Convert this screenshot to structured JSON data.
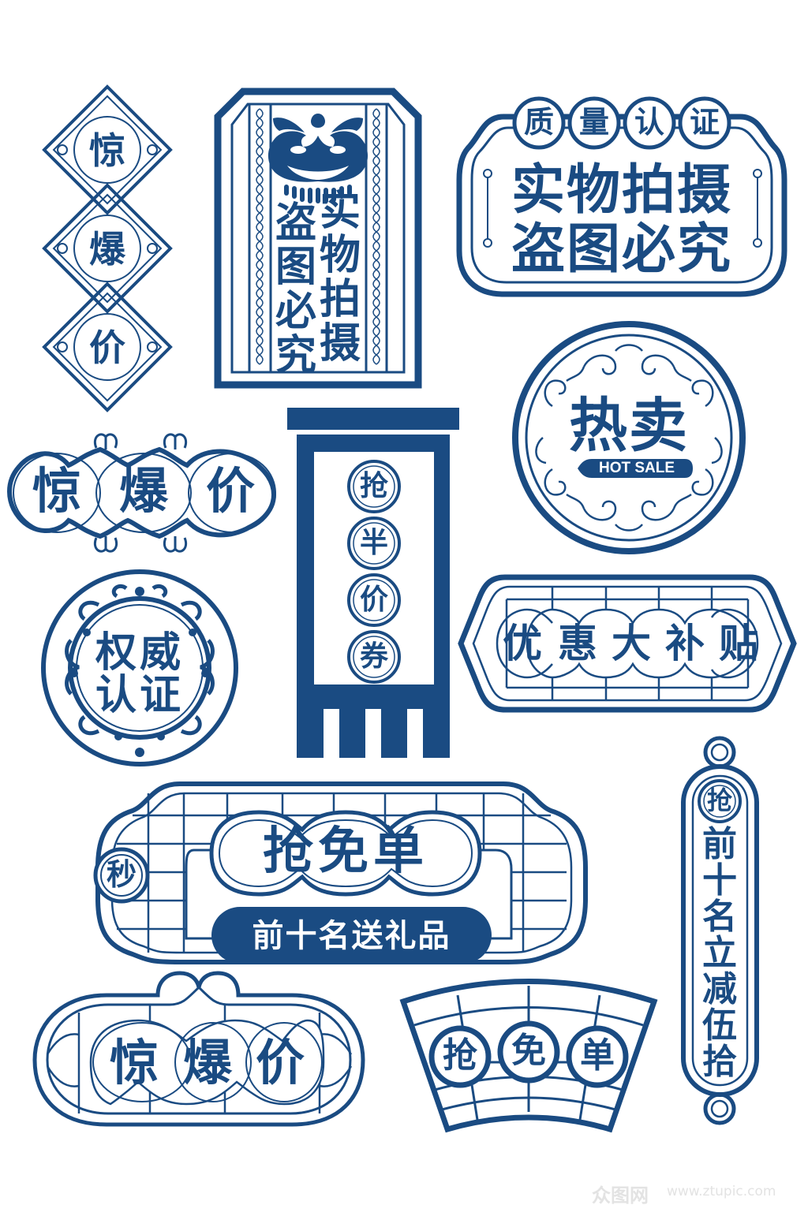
{
  "colors": {
    "primary": "#1a4b82",
    "background": "#ffffff",
    "watermark": "#e3e3e3"
  },
  "labels": {
    "diamond_stack": {
      "chars": [
        "惊",
        "爆",
        "价"
      ]
    },
    "scroll_plaque": {
      "icon": "lion-mask-icon",
      "col_right": "实物拍摄",
      "col_left": "盗图必究",
      "chars_right": [
        "实",
        "物",
        "拍",
        "摄"
      ],
      "chars_left": [
        "盗",
        "图",
        "必",
        "究"
      ]
    },
    "quality_badge": {
      "top_chars": [
        "质",
        "量",
        "认",
        "证"
      ],
      "line1": "实物拍摄",
      "line2": "盗图必究"
    },
    "hot_sale": {
      "title": "热卖",
      "subtitle": "HOT SALE"
    },
    "triple_oval": {
      "chars": [
        "惊",
        "爆",
        "价"
      ]
    },
    "banner": {
      "chars": [
        "抢",
        "半",
        "价",
        "券"
      ]
    },
    "authority_seal": {
      "line1": "权威",
      "line2": "认证"
    },
    "subsidy": {
      "chars": [
        "优",
        "惠",
        "大",
        "补",
        "贴"
      ]
    },
    "free_order": {
      "badge": "秒",
      "title": "抢免单",
      "subtitle": "前十名送礼品"
    },
    "vertical_tag": {
      "badge": "抢",
      "chars": [
        "前",
        "十",
        "名",
        "立",
        "减",
        "伍",
        "拾"
      ]
    },
    "bottom_oval": {
      "chars": [
        "惊",
        "爆",
        "价"
      ]
    },
    "fan": {
      "chars": [
        "抢",
        "免",
        "单"
      ]
    }
  },
  "watermark": {
    "logo": "众图网",
    "url": "www.ztupic.com"
  }
}
